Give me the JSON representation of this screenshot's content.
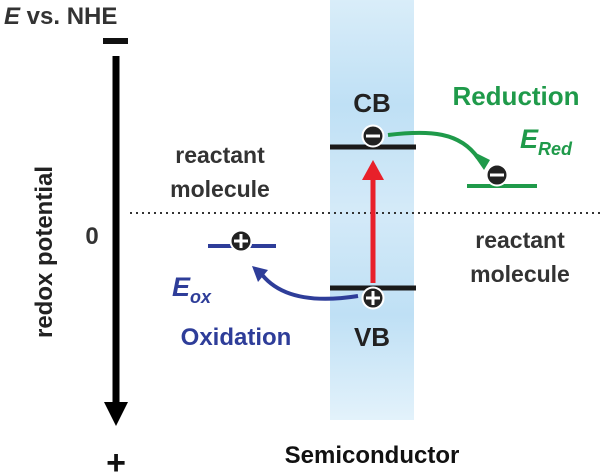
{
  "axis": {
    "title_letter": "E",
    "title_rest": " vs. NHE",
    "top_sign": "—",
    "bottom_sign": "+",
    "zero_label": "0",
    "vertical_label": "redox potential"
  },
  "bands": {
    "cb_label": "CB",
    "vb_label": "VB",
    "semiconductor_label": "Semiconductor"
  },
  "reduction": {
    "label": "Reduction",
    "e_letter": "E",
    "e_subscript": "Red",
    "molecule_line1": "reactant",
    "molecule_line2": "molecule"
  },
  "oxidation": {
    "label": "Oxidation",
    "e_letter": "E",
    "e_subscript": "ox",
    "molecule_line1": "reactant",
    "molecule_line2": "molecule"
  },
  "colors": {
    "text": "#333333",
    "green": "#1f9a4a",
    "blue": "#2e3d99",
    "red": "#e8202a",
    "band_fill": "#cfe7f7",
    "black": "#000000"
  }
}
